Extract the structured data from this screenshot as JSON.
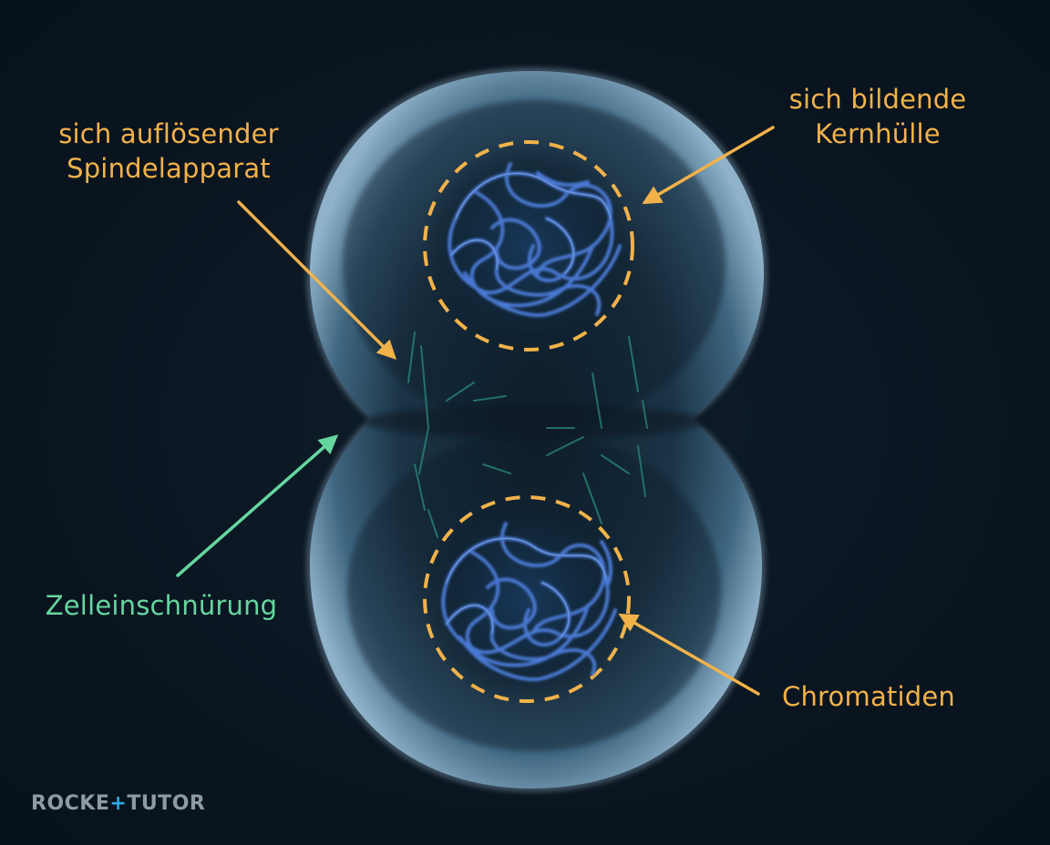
{
  "labels": {
    "spindle": {
      "line1": "sich auflösender",
      "line2": "Spindelapparat"
    },
    "envelope": {
      "line1": "sich bildende",
      "line2": "Kernhülle"
    },
    "cleavage": {
      "line1": "Zelleinschnürung"
    },
    "chromatids": {
      "line1": "Chromatiden"
    }
  },
  "logo": {
    "part1": "ROCKE",
    "part2": "+",
    "part3": "TUTOR"
  },
  "colors": {
    "background": "#0b1722",
    "cell_membrane": "#9fc0d8",
    "chromatin": "#4a78d2",
    "envelope_dashes": "#f2b24a",
    "label_orange": "#f2b24a",
    "label_green": "#66d6a0",
    "spindle_fibers": "#2a8a7a"
  },
  "icons": {
    "logo": "rocket-tutor-logo"
  }
}
